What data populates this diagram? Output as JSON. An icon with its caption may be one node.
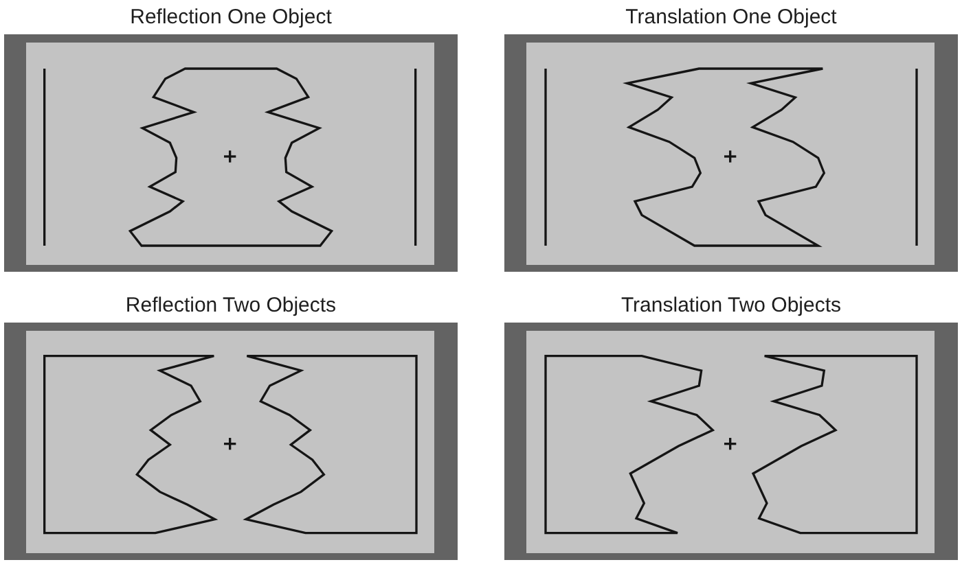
{
  "diagram": {
    "nodes": [
      {
        "text": [
          "Reflection One Object"
        ]
      },
      {
        "text": [
          "Translation One Object"
        ]
      },
      {
        "text": [
          "Reflection Two Objects"
        ]
      },
      {
        "text": [
          "Translation Two Objects"
        ]
      }
    ]
  }
}
